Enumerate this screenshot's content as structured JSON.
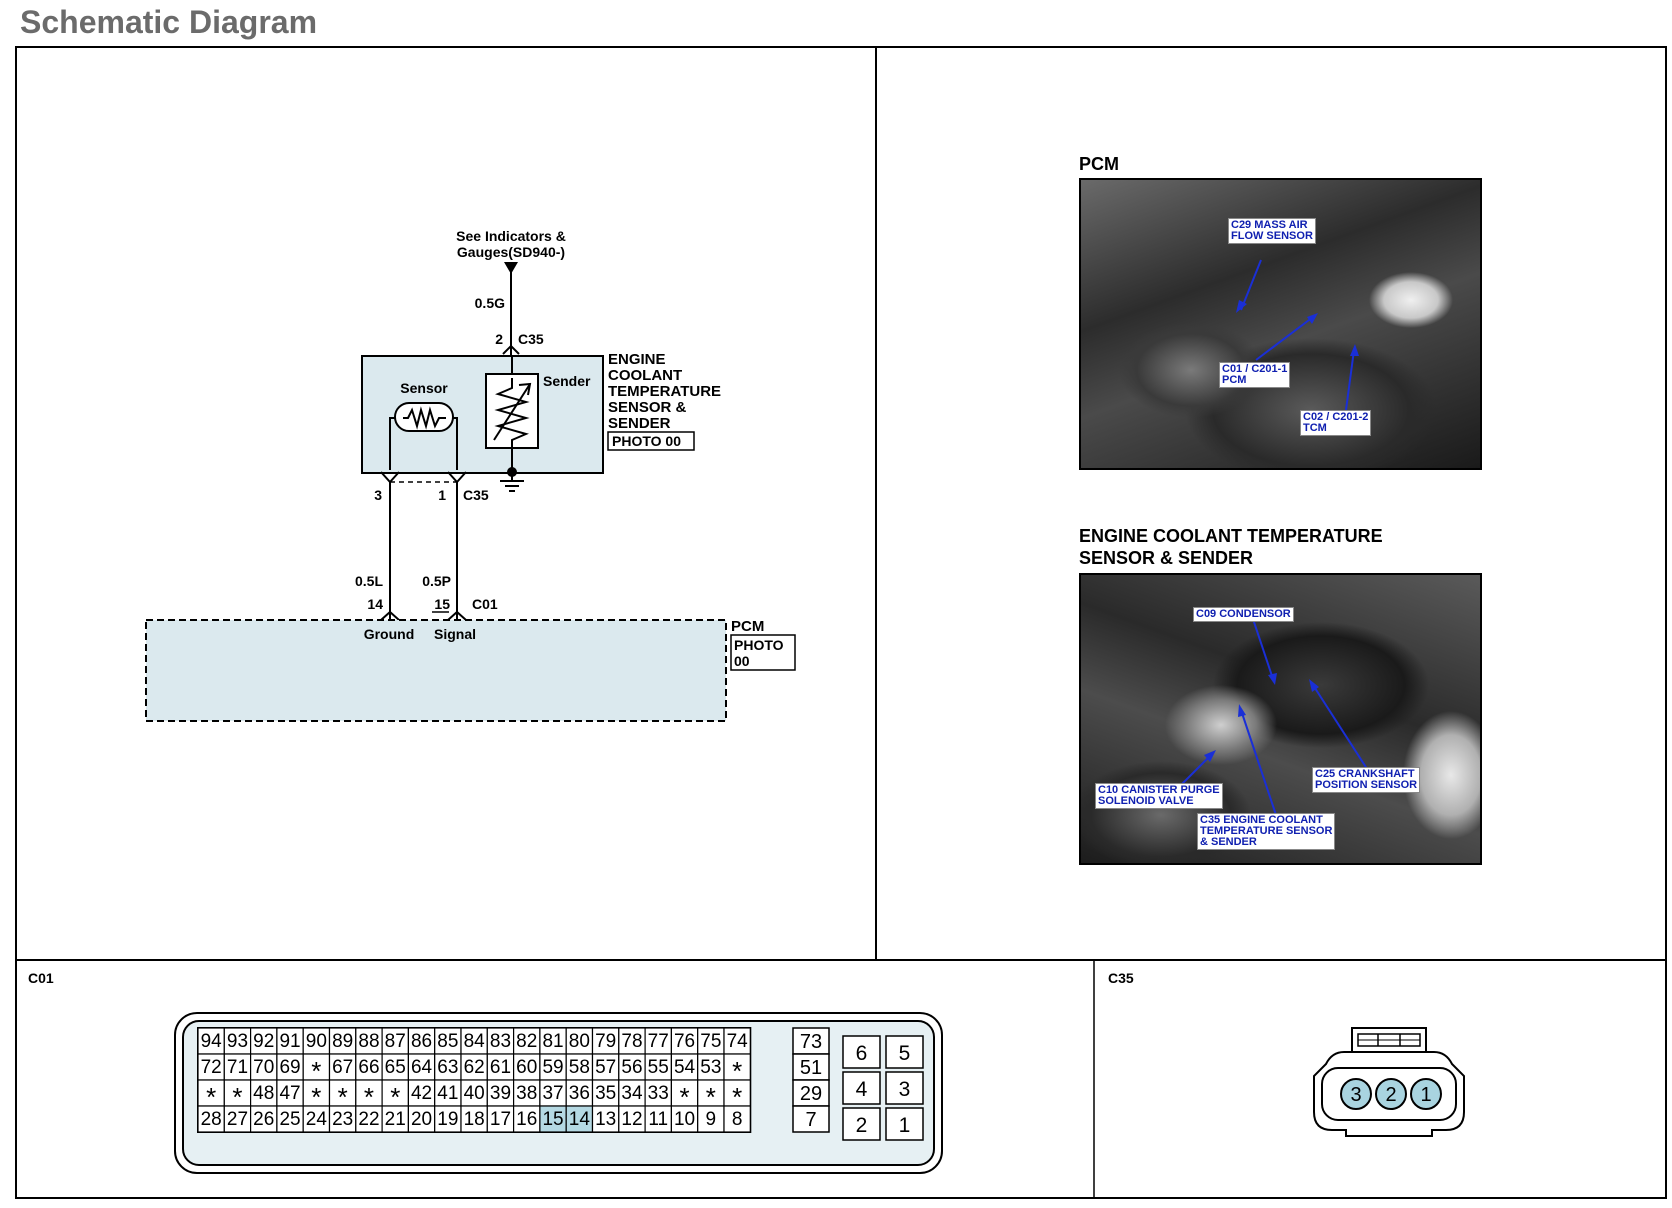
{
  "page_title": "Schematic Diagram",
  "schematic": {
    "gauge_ref": [
      "See Indicators &",
      "Gauges(SD940-)"
    ],
    "wire_top": "0.5G",
    "pin_top": "2",
    "connector_top": "C35",
    "sensor_label": "Sensor",
    "sender_label": "Sender",
    "component_name": [
      "ENGINE",
      "COOLANT",
      "TEMPERATURE",
      "SENSOR &",
      "SENDER"
    ],
    "component_photo": "PHOTO 00",
    "pin_left": "3",
    "pin_right": "1",
    "connector_mid": "C35",
    "wire_left": "0.5L",
    "wire_right": "0.5P",
    "pcm_pin_left": "14",
    "pcm_pin_right": "15",
    "connector_pcm": "C01",
    "ground_label": "Ground",
    "signal_label": "Signal",
    "pcm_name": "PCM",
    "pcm_photo": [
      "PHOTO",
      "00"
    ],
    "colors": {
      "pcm_fill": "#dbe9ee",
      "line": "#000000"
    }
  },
  "photos": {
    "pcm": {
      "title": "PCM",
      "callouts": [
        "C29 MASS AIR\nFLOW SENSOR",
        "C01 / C201-1\nPCM",
        "C02 / C201-2\nTCM"
      ]
    },
    "ect": {
      "title_line1": "ENGINE COOLANT TEMPERATURE",
      "title_line2": "SENSOR & SENDER",
      "callouts": [
        "C09 CONDENSOR",
        "C10 CANISTER PURGE\nSOLENOID VALVE",
        "C25 CRANKSHAFT\nPOSITION SENSOR",
        "C35 ENGINE COOLANT\nTEMPERATURE SENSOR\n& SENDER"
      ],
      "callout_color": "#1020b0"
    }
  },
  "connectors": {
    "c01": {
      "label": "C01",
      "main_rows": [
        [
          "94",
          "93",
          "92",
          "91",
          "90",
          "89",
          "88",
          "87",
          "86",
          "85",
          "84",
          "83",
          "82",
          "81",
          "80",
          "79",
          "78",
          "77",
          "76",
          "75",
          "74"
        ],
        [
          "72",
          "71",
          "70",
          "69",
          "*",
          "67",
          "66",
          "65",
          "64",
          "63",
          "62",
          "61",
          "60",
          "59",
          "58",
          "57",
          "56",
          "55",
          "54",
          "53",
          "*"
        ],
        [
          "*",
          "*",
          "48",
          "47",
          "*",
          "*",
          "*",
          "*",
          "42",
          "41",
          "40",
          "39",
          "38",
          "37",
          "36",
          "35",
          "34",
          "33",
          "*",
          "*",
          "*"
        ],
        [
          "28",
          "27",
          "26",
          "25",
          "24",
          "23",
          "22",
          "21",
          "20",
          "19",
          "18",
          "17",
          "16",
          "15",
          "14",
          "13",
          "12",
          "11",
          "10",
          "9",
          "8"
        ]
      ],
      "mid_col": [
        "73",
        "51",
        "29",
        "7"
      ],
      "right_block": [
        [
          "6",
          "5"
        ],
        [
          "4",
          "3"
        ],
        [
          "2",
          "1"
        ]
      ],
      "highlighted": [
        "15",
        "14"
      ],
      "highlight_color": "#b5d9e3"
    },
    "c35": {
      "label": "C35",
      "pins": [
        "3",
        "2",
        "1"
      ],
      "pin_color": "#a9d4e0"
    }
  }
}
